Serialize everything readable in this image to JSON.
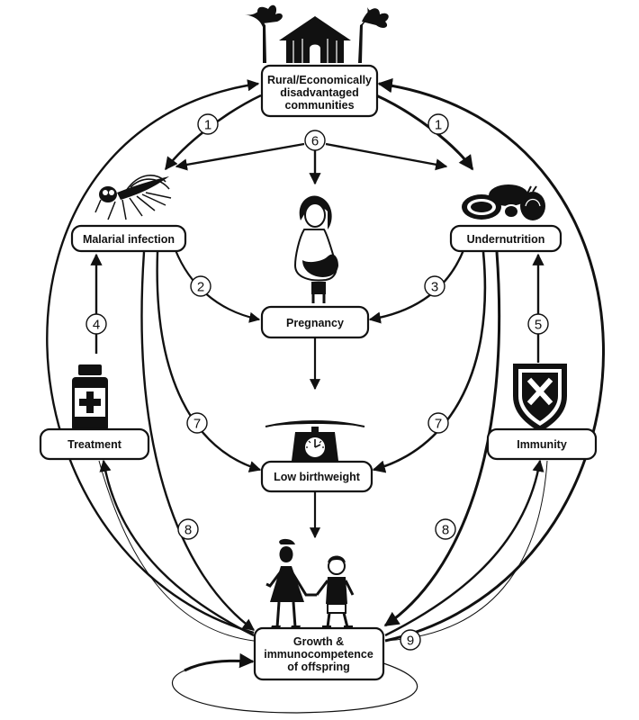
{
  "nodes": {
    "communities": [
      "Rural/Economically",
      "disadvantaged",
      "communities"
    ],
    "malaria": "Malarial infection",
    "undernutrition": "Undernutrition",
    "pregnancy": "Pregnancy",
    "low_birthweight": "Low birthweight",
    "treatment": "Treatment",
    "immunity": "Immunity",
    "offspring": [
      "Growth &",
      "immunocompetence",
      "of offspring"
    ]
  },
  "pathway_labels": {
    "p1_left": "1",
    "p1_right": "1",
    "p2": "2",
    "p3": "3",
    "p4": "4",
    "p5": "5",
    "p6": "6",
    "p7_left": "7",
    "p7_right": "7",
    "p8_left": "8",
    "p8_right": "8",
    "p9": "9"
  },
  "icons": {
    "communities": "hut-with-palm-trees-icon",
    "malaria": "mosquito-icon",
    "undernutrition": "food-basket-icon",
    "pregnancy": "pregnant-woman-icon",
    "low_birthweight": "baby-scale-icon",
    "treatment": "medicine-bottle-icon",
    "immunity": "shield-cross-icon",
    "offspring": "children-icon"
  },
  "colors": {
    "line": "#111111",
    "background": "#ffffff"
  }
}
